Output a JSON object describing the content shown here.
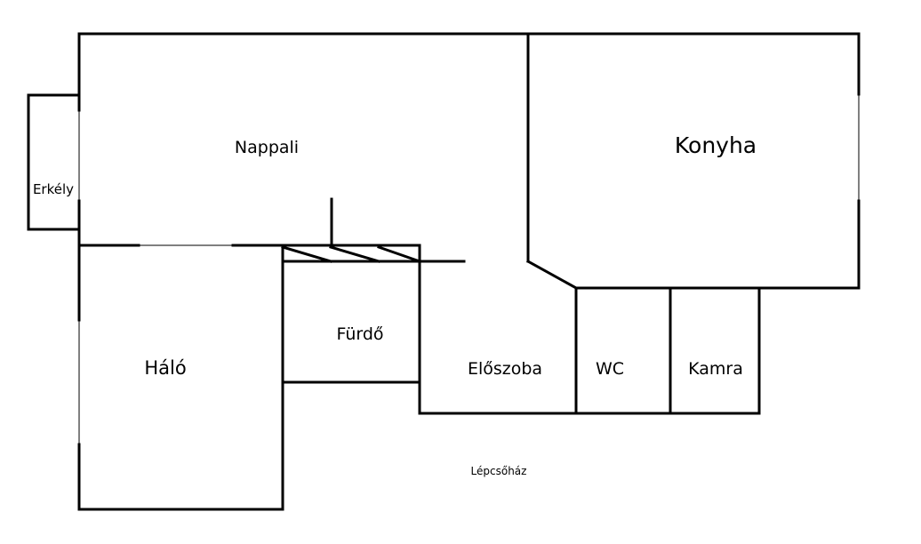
{
  "colors": {
    "background": "#ffffff",
    "walls": "#000000",
    "text": "#000000"
  },
  "rooms": {
    "nappali": "Nappali",
    "konyha": "Konyha",
    "erkely": "Erkély",
    "halo": "Háló",
    "furdo": "Fürdő",
    "eloszoba": "Előszoba",
    "wc": "WC",
    "kamra": "Kamra",
    "lepcsohaz": "Lépcsőház"
  }
}
